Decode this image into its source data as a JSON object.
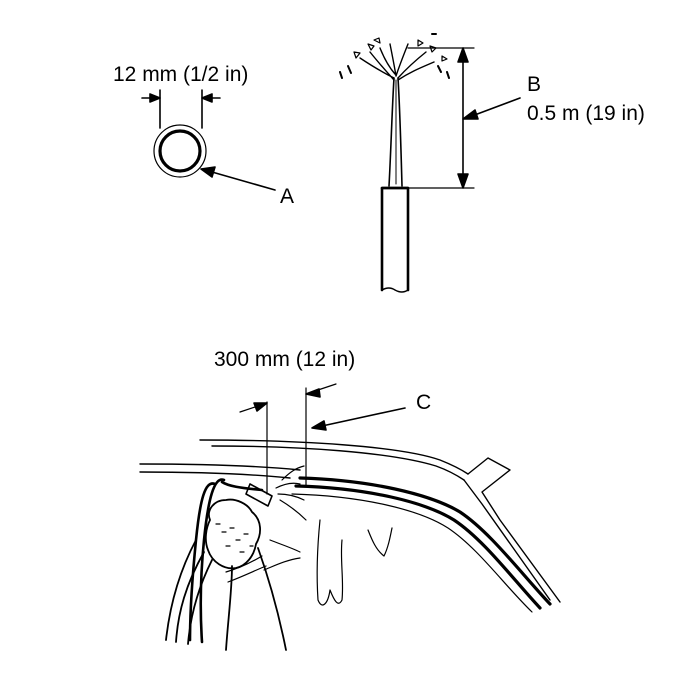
{
  "labels": {
    "hose_diameter": "12 mm (1/2 in)",
    "callout_a": "A",
    "callout_b": "B",
    "water_height": "0.5 m (19 in)",
    "distance": "300 mm (12 in)",
    "callout_c": "C"
  },
  "colors": {
    "ink": "#000000",
    "paper": "#ffffff"
  }
}
